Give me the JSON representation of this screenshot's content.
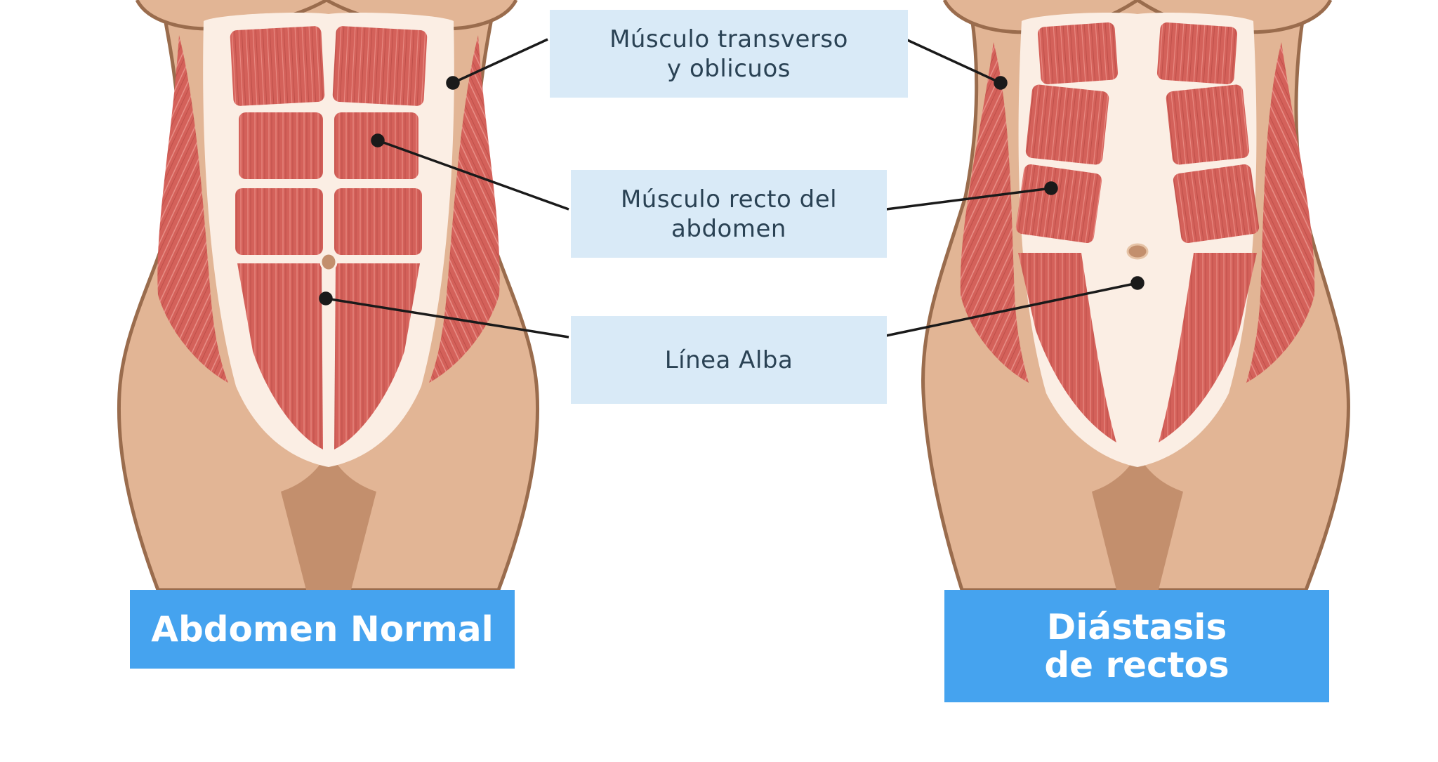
{
  "labels": {
    "transverse": "Músculo transverso\ny oblicuos",
    "rectus": "Músculo recto del\nabdomen",
    "alba": "Línea Alba"
  },
  "captions": {
    "normal": "Abdomen Normal",
    "diastasis": "Diástasis\nde rectos"
  },
  "colors": {
    "skin": "#e2b595",
    "skin_dark": "#c38f6d",
    "outline": "#9a6c4d",
    "muscle": "#d4615a",
    "muscle_light": "#e98b83",
    "fascia": "#fbeee4",
    "label_bg": "#d9eaf7",
    "caption_bg": "#45a3ef"
  }
}
